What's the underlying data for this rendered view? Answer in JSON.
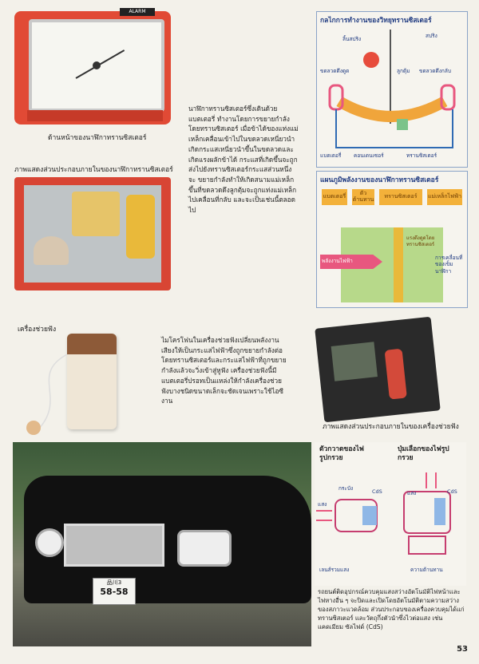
{
  "clock": {
    "alarm_label": "ALARM",
    "caption": "ด้านหน้าของนาฬิกาทรานซิสเตอร์"
  },
  "mech": {
    "caption": "ภาพแสดงส่วนประกอบภายในของนาฬิกาทรานซิสเตอร์"
  },
  "clock_text": "นาฬิกาทรานซิสเตอร์ซึ่งเดินด้วยแบตเตอรี่ ทำงานโดยการขยายกำลังโดยทรานซิสเตอร์ เมื่อข้าได้ของแท่งแม่เหล็กเคลื่อนเข้าไปในขดลวดเหนี่ยวนำเกิดกระแสเหนี่ยวนำขึ้นในขดลวดและเกิดแรงผลักข้าได้ กระแสที่เกิดขึ้นจะถูกส่งไปยังทรานซิสเตอร์กระแสส่วนหนึ่งจะ ขยายกำลังทำให้เกิดสนามแม่เหล็กขึ้นที่ขดลวดดึงลูกตุ้มจะถูกแท่งแม่เหล็กไปเคลื่อนที่กลับ และจะเป็นเช่นนี้ตลอดไป",
  "diagram1": {
    "title": "กลไกการทำงานของวิทยุทรานซิสเตอร์",
    "labels": [
      "ลิ้นสปริง",
      "สปริง",
      "ขดลวดดึงดูด",
      "ลูกตุ้ม",
      "ขดลวดดึงกลับ",
      "แบตเตอรี่",
      "คอนเดนเซอร์",
      "ทรานซิสเตอร์"
    ]
  },
  "diagram2": {
    "title": "แผนภูมิพลังงานของนาฬิกาทรานซิสเตอร์",
    "top_boxes": [
      "แบตเตอรี่",
      "ตัวต้านทาน",
      "ทรานซิสเตอร์",
      "แม่เหล็กไฟฟ้า"
    ],
    "left_label": "พลังงานไฟฟ้า",
    "center_label": "แรงดึงดูดโดยทรานซิสเตอร์",
    "right_label": "การเคลื่อนที่ของเข็มนาฬิกา"
  },
  "hearing": {
    "caption": "เครื่องช่วยฟัง",
    "text": "ไมโครโฟนในเครื่องช่วยฟังเปลี่ยนพลังงานเสียงให้เป็นกระแสไฟฟ้าซึ่งถูกขยายกำลังต่อโดยทรานซิสเตอร์และกระแสไฟฟ้าที่ถูกขยายกำลังแล้วจะวิ่งเข้าสู่หูฟัง เครื่องช่วยฟังนี้มีแบตเตอรี่ปรอทเป็นแหล่งให้กำลังเครื่องช่วยฟังบางชนิดขนาดเล็กจะชัดเจนเพราะใช้ไอซีงาน",
    "parts_caption": "ภาพแสดงส่วนประกอบภายในของเครื่องช่วยฟัง"
  },
  "car": {
    "plate_top": "品川3",
    "plate_bottom": "58-58"
  },
  "diagram3": {
    "col1_title": "ตัวกวาดของไฟรูปกรวย",
    "col2_title": "ปุ่มเลือกของไฟรูปกรวย",
    "labels": [
      "กระบัง",
      "CdS",
      "แสง",
      "แสง",
      "CdS",
      "เลนส์รวมแสง",
      "ความต้านทาน"
    ],
    "text": "รถยนต์ติดอุปกรณ์ควบคุมแสงสว่างอัตโนมัติไฟหน้าและไฟหางอื่น ๆ จะปิดและเปิดโดยอัตโนมัติตามความสว่างของสภาวะแวดล้อม ส่วนประกอบของเครื่องควบคุมได้แก่ ทรานซิสเตอร์ และวัตถุกึ่งตัวนำซึ่งไวต่อแสง เช่น แคดเมียม ซัลไฟด์ (CdS)"
  },
  "page_number": "53",
  "colors": {
    "clock_red": "#e14a35",
    "diagram_blue": "#1f3a80",
    "diagram_yellow": "#f3b13a",
    "diagram_green": "#b7d98a",
    "arrow_pink": "#e8577f"
  }
}
